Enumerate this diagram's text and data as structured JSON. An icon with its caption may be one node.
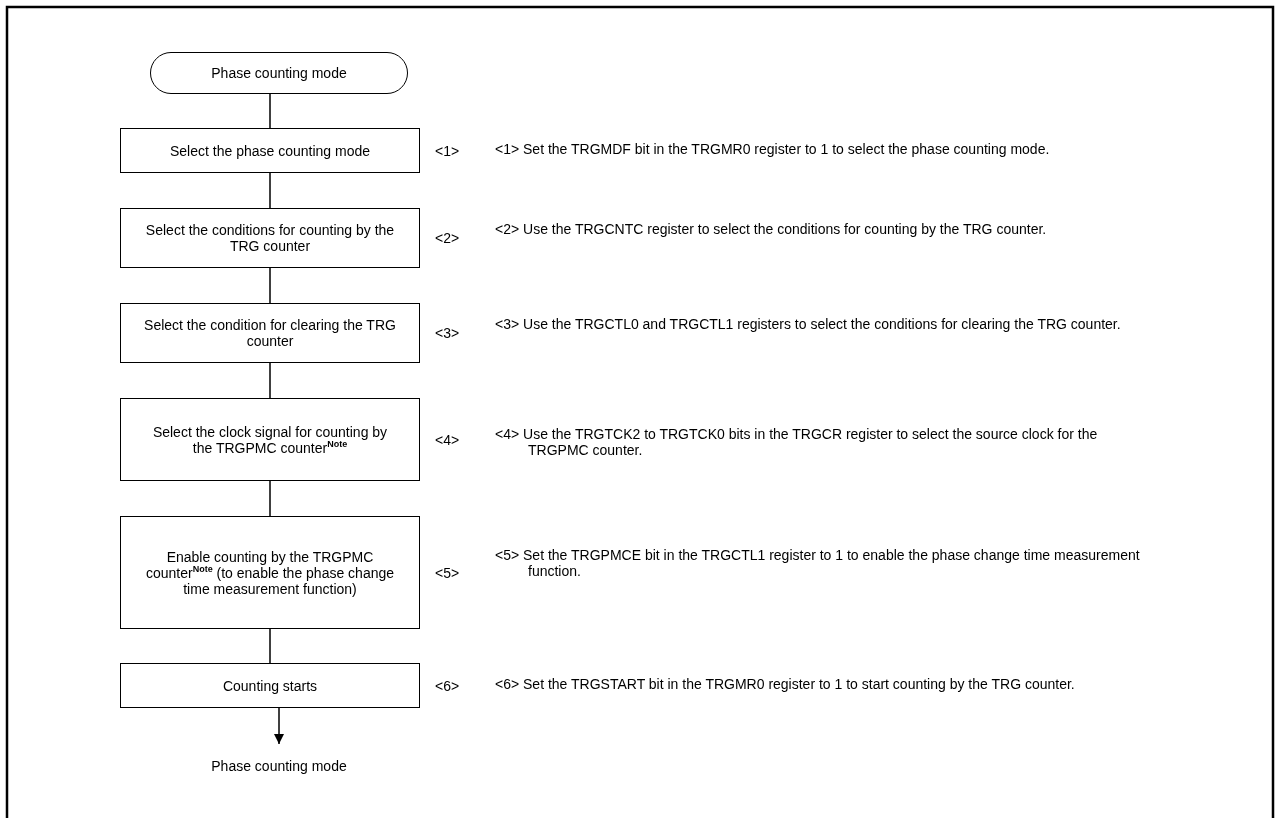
{
  "diagram": {
    "nodes": [
      {
        "text": [
          "Phase counting mode"
        ]
      },
      {
        "text": [
          "Select the phase counting mode"
        ],
        "beside": [
          "<1>"
        ]
      },
      {
        "text": [
          "Select the conditions for counting by the TRG counter"
        ],
        "beside": [
          "<2>"
        ]
      },
      {
        "text": [
          "Select the condition for clearing the TRG counter"
        ],
        "beside": [
          "<3>"
        ]
      },
      {
        "text": [
          "Select the clock signal for counting by the TRGPMC counter$^{Note}$"
        ],
        "beside": [
          "<4>"
        ]
      },
      {
        "text": [
          "Enable counting by the TRGPMC counter$^{Note}$ (to enable the phase change time measurement function)"
        ],
        "beside": [
          "<5>"
        ]
      },
      {
        "text": [
          "Counting starts"
        ],
        "beside": [
          "<6>"
        ]
      },
      {
        "text": [
          "Phase counting mode"
        ]
      }
    ],
    "edges": [
      {
        "from": 0,
        "to": 1,
        "arrow": "none"
      },
      {
        "from": 1,
        "to": 2,
        "arrow": "none"
      },
      {
        "from": 2,
        "to": 3,
        "arrow": "none"
      },
      {
        "from": 3,
        "to": 4,
        "arrow": "none"
      },
      {
        "from": 4,
        "to": 5,
        "arrow": "none"
      },
      {
        "from": 5,
        "to": 6,
        "arrow": "none"
      },
      {
        "from": 6,
        "to": 7,
        "arrow": "to"
      }
    ],
    "labels": [
      "<1> Set the TRGMDF bit in the TRGMR0 register to 1 to select the phase counting mode.",
      "<2> Use the TRGCNTC register to select the conditions for counting by the TRG counter.",
      "<3> Use the TRGCTL0 and TRGCTL1 registers to select the conditions for clearing the TRG counter.",
      "<4> Use the TRGTCK2 to TRGTCK0 bits in the TRGCR register to select the source clock for the TRGPMC counter.",
      "<5> Set the TRGPMCE bit in the TRGCTL1 register to 1 to enable the phase change time measurement function.",
      "<6> Set the TRGSTART bit in the TRGMR0 register to 1 to start counting by the TRG counter."
    ]
  }
}
